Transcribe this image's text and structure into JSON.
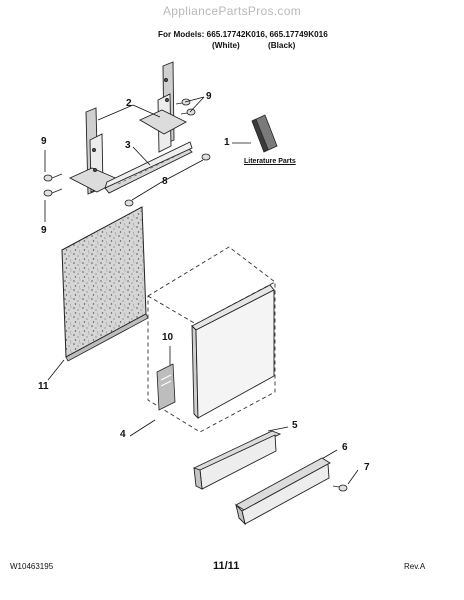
{
  "header": {
    "watermark": "AppliancePartsPros.com",
    "models_line": "For Models: 665.17742K016, 665.17749K016",
    "color_white": "(White)",
    "color_black": "(Black)"
  },
  "literature": {
    "label": "Literature Parts"
  },
  "callouts": {
    "c1": "1",
    "c2": "2",
    "c3": "3",
    "c4": "4",
    "c5": "5",
    "c6": "6",
    "c7": "7",
    "c8": "8",
    "c9a": "9",
    "c9b": "9",
    "c9c": "9",
    "c10": "10",
    "c11": "11"
  },
  "footer": {
    "doc_number": "W10463195",
    "page": "11/11",
    "revision": "Rev.A"
  }
}
